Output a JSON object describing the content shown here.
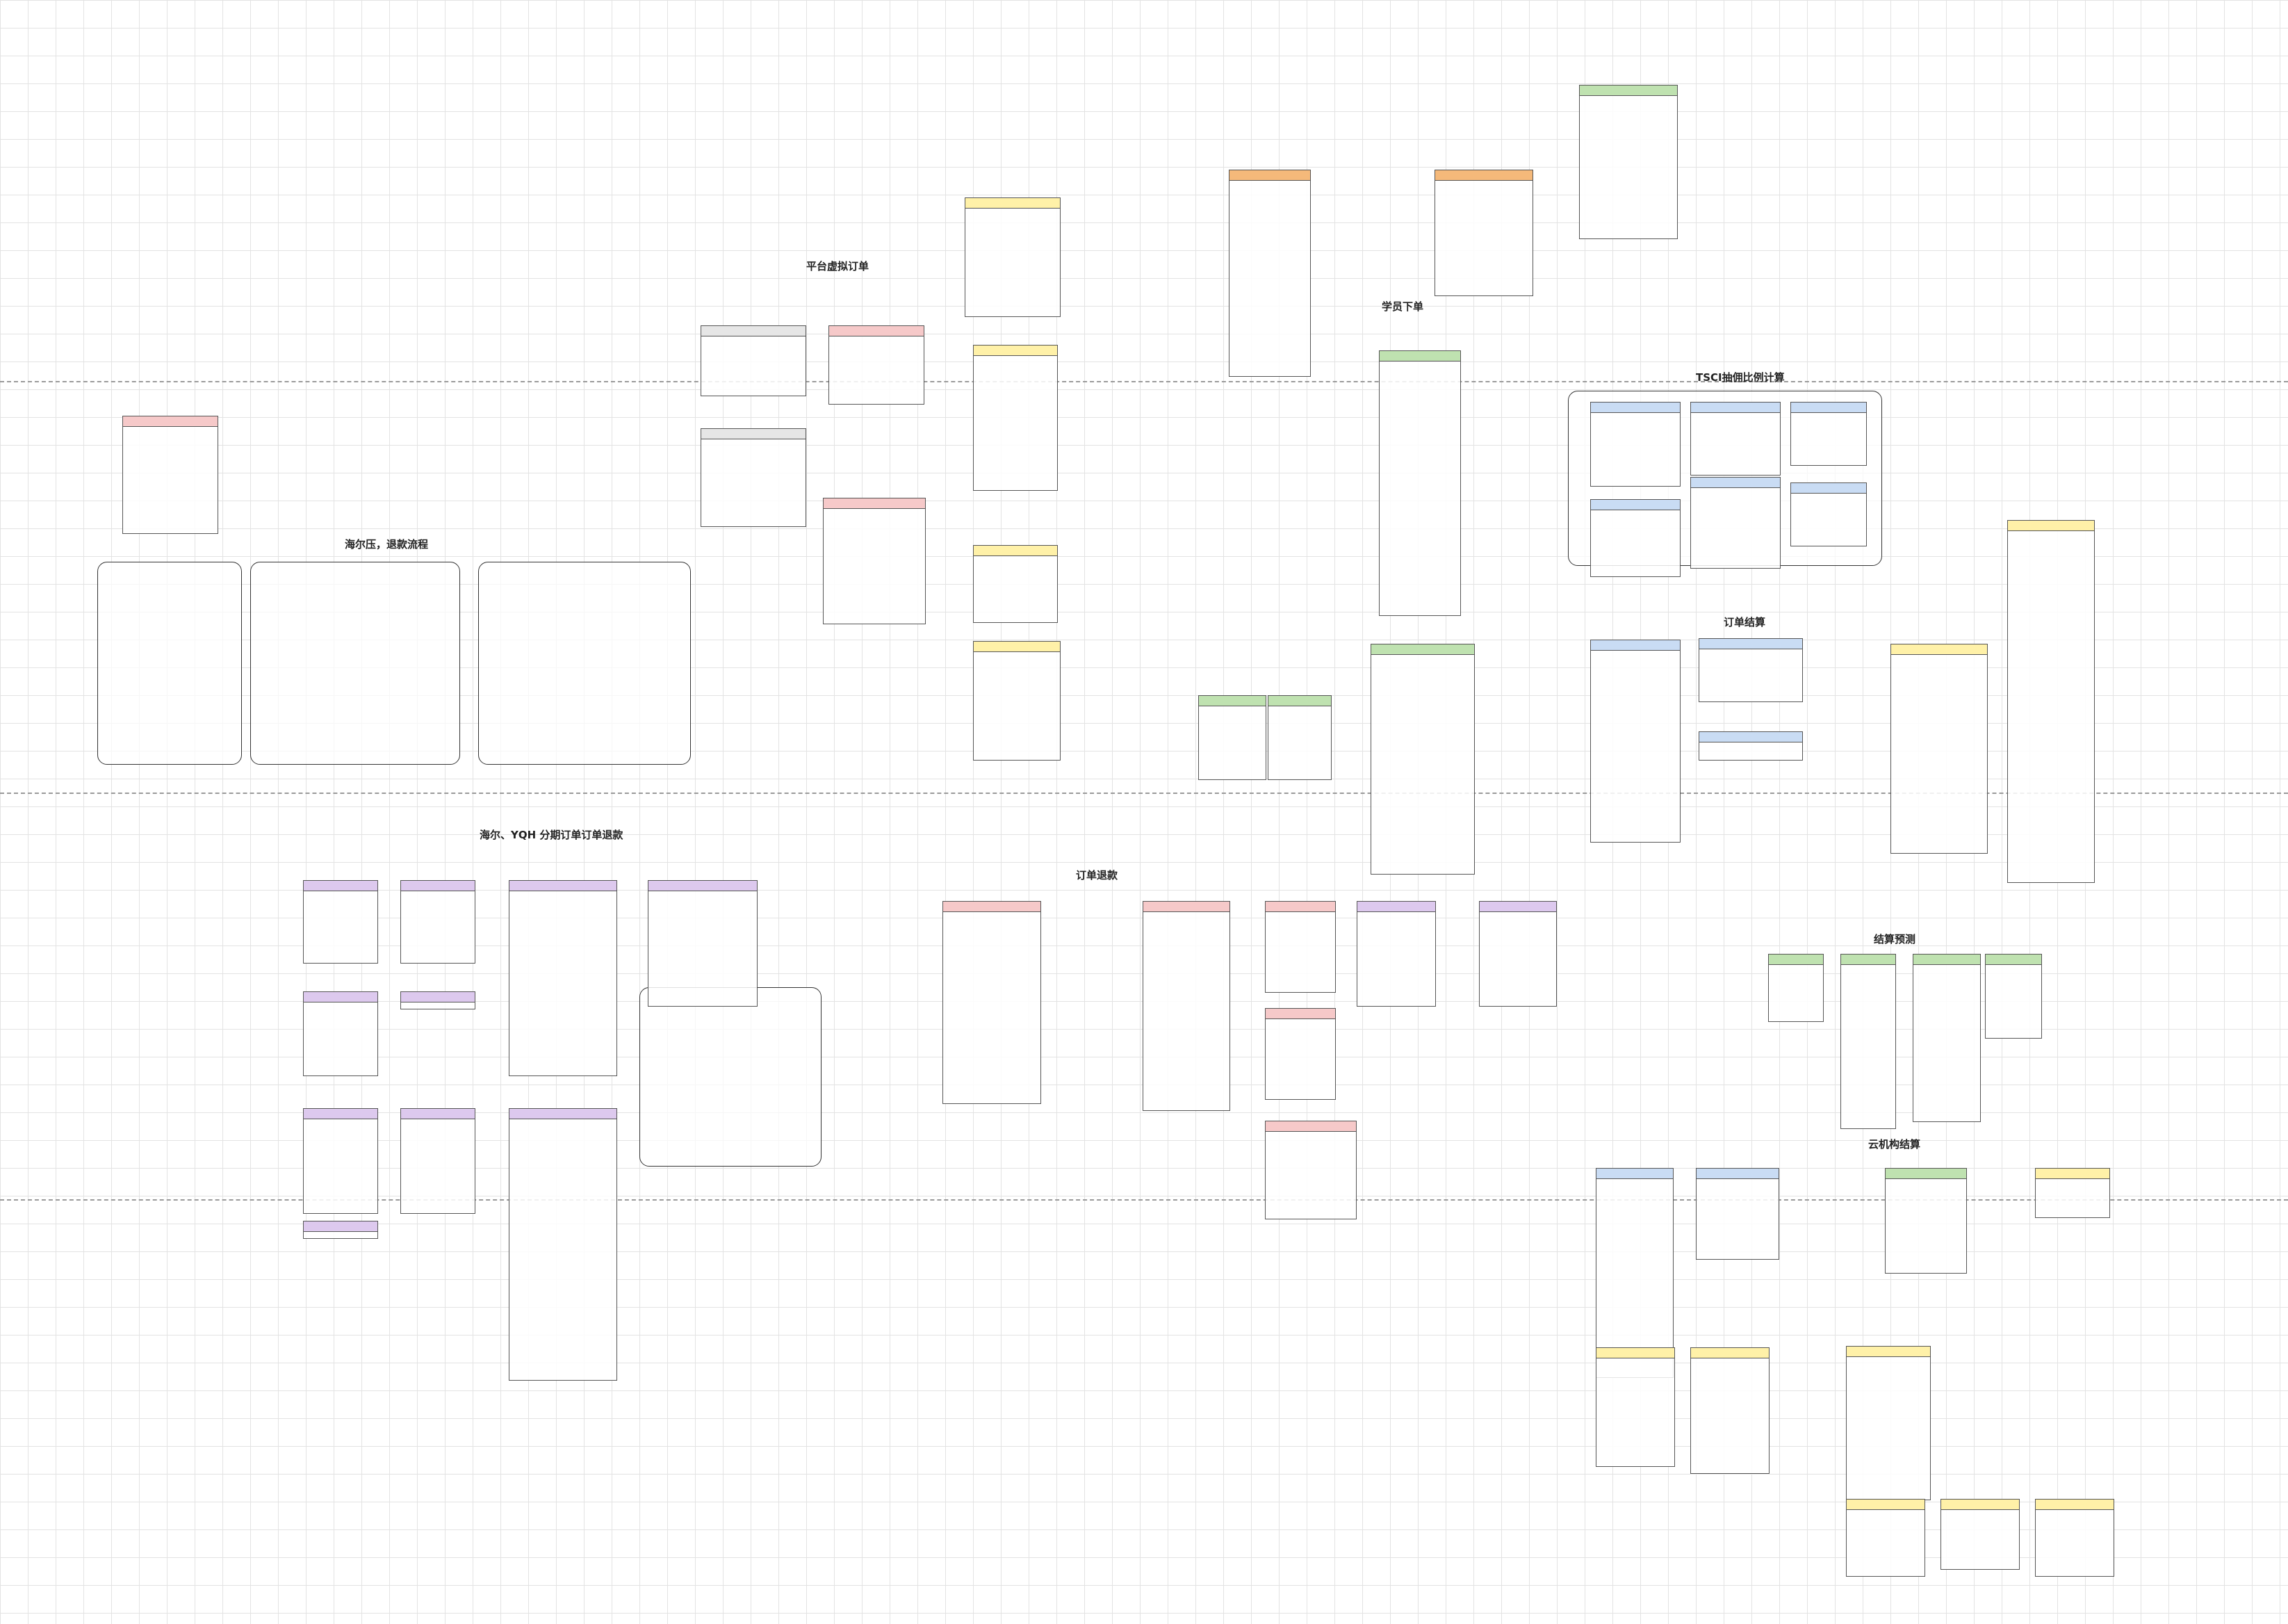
{
  "sections": {
    "virtual_order": "平台虚拟订单",
    "student_order": "学员下单",
    "tsci_ratio": "TSCI抽佣比例计算",
    "haier_refund": "海尔压，退款流程",
    "installment_refund": "海尔、YQH 分期订单订单退款",
    "order_refund": "订单退款",
    "order_settlement": "订单结算",
    "settlement_forecast": "结算预测",
    "cloud_settlement": "云机构结算"
  },
  "colors": {
    "grid": "#e3e3e3",
    "header_pink": "#f6c9c9",
    "header_yellow": "#fff1a8",
    "header_orange": "#f5b97a",
    "header_green": "#bfe2b0",
    "header_blue": "#c9dcf4",
    "header_purple": "#ddc9ee"
  }
}
